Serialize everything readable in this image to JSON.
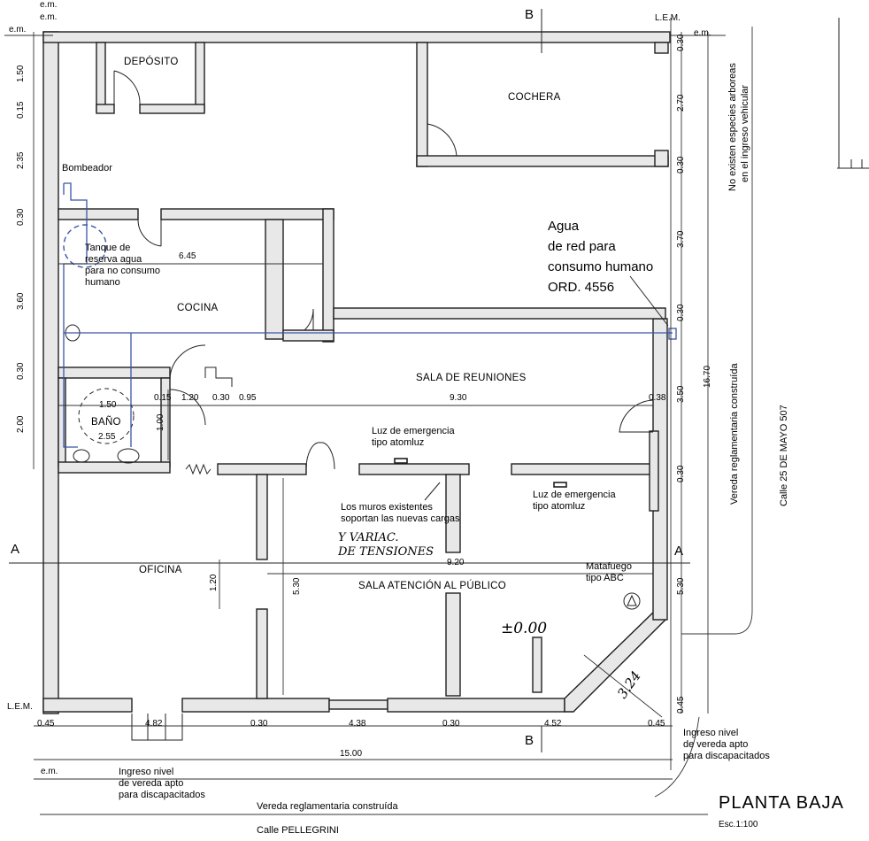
{
  "plan": {
    "title": "PLANTA BAJA",
    "scale": "Esc.1:100",
    "street_bottom": "Calle PELLEGRINI",
    "street_right": "Calle 25 DE MAYO 507",
    "sidewalk_bottom": "Vereda reglamentaria construída",
    "sidewalk_right": "Vereda reglamentaria construída",
    "trees_note_1": "No existen especies arboreas",
    "trees_note_2": "en el ingreso vehicular",
    "level": "±0.00"
  },
  "rooms": {
    "deposito": "DEPÓSITO",
    "cochera": "COCHERA",
    "cocina": "COCINA",
    "bano": "BAÑO",
    "sala_reuniones": "SALA DE REUNIONES",
    "oficina": "OFICINA",
    "sala_atencion": "SALA ATENCIÓN AL PÚBLICO"
  },
  "notes": {
    "bombeador": "Bombeador",
    "tanque_1": "Tanque de",
    "tanque_2": "reserva agua",
    "tanque_3": "para no consumo",
    "tanque_4": "humano",
    "agua_1": "Agua",
    "agua_2": "de red para",
    "agua_3": "consumo humano",
    "agua_4": "ORD. 4556",
    "luz1_1": "Luz de emergencia",
    "luz1_2": "tipo atomluz",
    "luz2_1": "Luz de emergencia",
    "luz2_2": "tipo atomluz",
    "muros_1": "Los muros existentes",
    "muros_2": "soportan las nuevas cargas",
    "hand_1": "Y VARIAC.",
    "hand_2": "DE TENSIONES",
    "matafuego_1": "Matafuego",
    "matafuego_2": "tipo ABC",
    "ingreso_r_1": "Ingreso nivel",
    "ingreso_r_2": "de vereda apto",
    "ingreso_r_3": "para discapacitados",
    "ingreso_b_1": "Ingreso nivel",
    "ingreso_b_2": "de vereda apto",
    "ingreso_b_3": "para discapacitados"
  },
  "markers": {
    "section_a_left": "A",
    "section_a_right": "A",
    "section_b_top": "B",
    "section_b_bottom": "B",
    "em_top_left_1": "e.m.",
    "em_top_left_2": "e.m.",
    "em_left": "e.m.",
    "em_top_right": "e.m.",
    "em_bottom": "e.m.",
    "lem_top": "L.E.M.",
    "lem_bottom": "L.E.M."
  },
  "dims_left": [
    "1.50",
    "0.15",
    "2.35",
    "0.30",
    "3.60",
    "0.30",
    "2.00"
  ],
  "dims_right": [
    "0.30",
    "2.70",
    "0.30",
    "3.70",
    "0.30",
    "3.50",
    "0.30",
    "5.30",
    "0.45"
  ],
  "dim_total_right": "16.70",
  "dims_bottom": [
    "0.45",
    "4.82",
    "0.30",
    "4.38",
    "0.30",
    "4.52",
    "0.45"
  ],
  "dim_total_bottom": "15.00",
  "dims_interior": {
    "kitchen_width": "6.45",
    "bath_a": "0.15",
    "bath_b": "1.20",
    "bath_c": "0.30",
    "bath_d": "0.95",
    "bath_circle": "1.50",
    "bath_width": "2.55",
    "bath_door": "1.00",
    "meeting_width": "9.30",
    "meeting_right": "0.38",
    "public_width": "9.20",
    "office_door": "1.20",
    "public_height": "5.30",
    "chamfer": "3.24"
  }
}
